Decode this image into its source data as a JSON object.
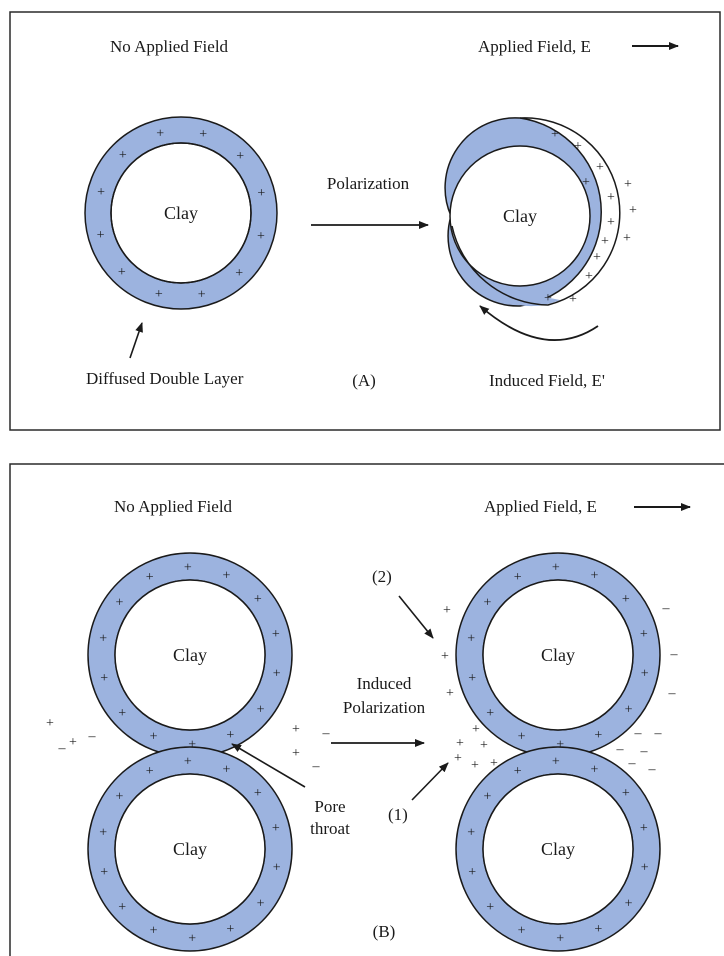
{
  "colors": {
    "layer_fill": "#9cb3df",
    "stroke": "#1a1a1a",
    "background": "#ffffff",
    "frame": "#2a2a2a"
  },
  "panel_a": {
    "left_heading": "No Applied Field",
    "right_heading": "Applied Field, E",
    "left_clay": "Clay",
    "right_clay": "Clay",
    "process_label": "Polarization",
    "layer_label": "Diffused Double Layer",
    "panel_label": "(A)",
    "induced_label": "Induced Field, E'",
    "plus_symbol": "+"
  },
  "panel_b": {
    "left_heading": "No Applied Field",
    "right_heading": "Applied Field, E",
    "clay_label": "Clay",
    "process_label_line1": "Induced",
    "process_label_line2": "Polarization",
    "pore_label_line1": "Pore",
    "pore_label_line2": "throat",
    "marker_1": "(1)",
    "marker_2": "(2)",
    "panel_label": "(B)",
    "plus_symbol": "+",
    "minus_symbol": "–"
  }
}
